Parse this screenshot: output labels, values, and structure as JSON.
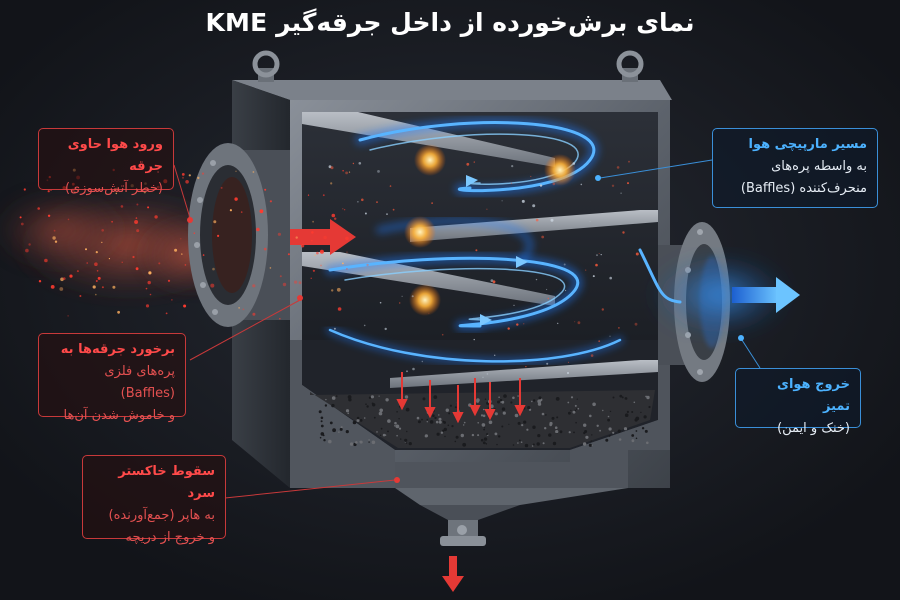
{
  "title": "نمای برش‌خورده از داخل جرقه‌گیر KME",
  "callouts": {
    "inlet": {
      "heading": "ورود هوا حاوی جرقه",
      "sub": "(خطر آتش‌سوزی)"
    },
    "collision": {
      "heading": "برخورد جرقه‌ها به",
      "line2": "پره‌های فلزی (Baffles)",
      "line3": "و خاموش شدن آن‌ها"
    },
    "ash": {
      "heading": "سقوط خاکستر سرد",
      "line2": "به هاپر (جمع‌آورنده)",
      "line3": "و خروج از دریچه"
    },
    "spiral": {
      "heading": "مسیر مارپیچی هوا",
      "line2": "به واسطه پره‌های",
      "line3": "منحرف‌کننده (Baffles)"
    },
    "outlet": {
      "heading": "خروج هوای تمیز",
      "sub": "(خنک و ایمن)"
    }
  },
  "colors": {
    "background": "#14171d",
    "danger": "#e53935",
    "air": "#2f8cff",
    "steel": "#6f7580"
  },
  "icons": [
    "inlet-flange",
    "outlet-flange",
    "lifting-eye",
    "hopper-valve",
    "flow-arrow"
  ]
}
